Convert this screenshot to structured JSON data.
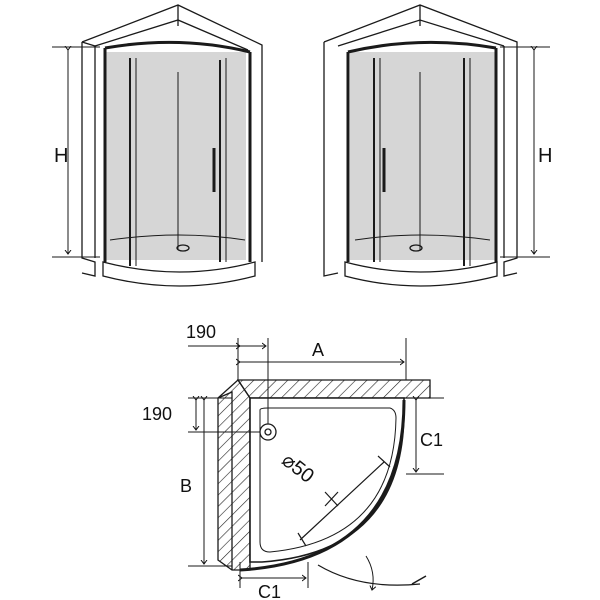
{
  "labels": {
    "height_left": "H",
    "height_right": "H",
    "dim_190_top": "190",
    "dim_190_side": "190",
    "dim_a": "A",
    "dim_b": "B",
    "dim_c1_right": "C1",
    "dim_c1_bottom": "C1",
    "drain_diameter": "⌀50"
  },
  "colors": {
    "line": "#1a1a1a",
    "glass": "#cfcfcf",
    "wall": "#ffffff"
  }
}
